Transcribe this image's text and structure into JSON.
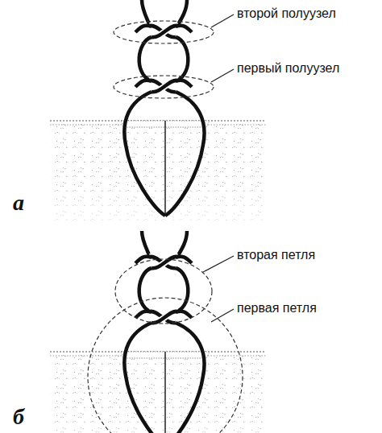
{
  "diagram": {
    "labels": [
      "второй полуузел",
      "первый полуузел",
      "а",
      "вторая петля",
      "первая петля",
      "б"
    ]
  }
}
